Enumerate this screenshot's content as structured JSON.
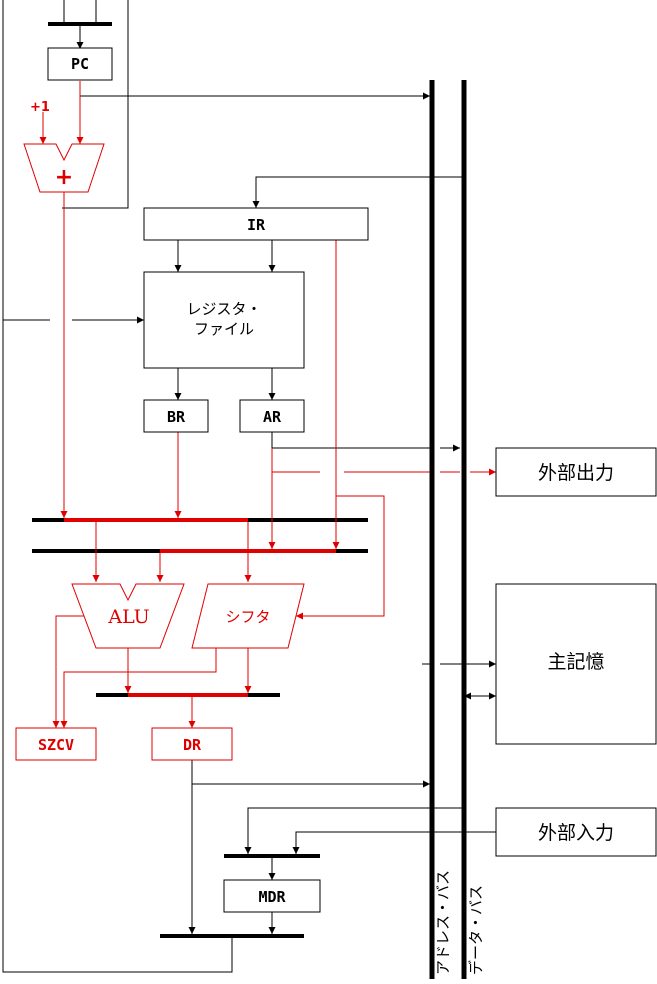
{
  "colors": {
    "control": "#000000",
    "datapath": "#e00000"
  },
  "blocks": {
    "pc": "PC",
    "inc": "+1",
    "adder": "+",
    "ir": "IR",
    "regfile_line1": "レジスタ・",
    "regfile_line2": "ファイル",
    "br": "BR",
    "ar": "AR",
    "alu": "ALU",
    "shifter": "シフタ",
    "szcv": "SZCV",
    "dr": "DR",
    "mdr": "MDR"
  },
  "external": {
    "output": "外部出力",
    "memory": "主記憶",
    "input": "外部入力"
  },
  "buses": {
    "address": "アドレス・バス",
    "data": "データ・バス"
  }
}
